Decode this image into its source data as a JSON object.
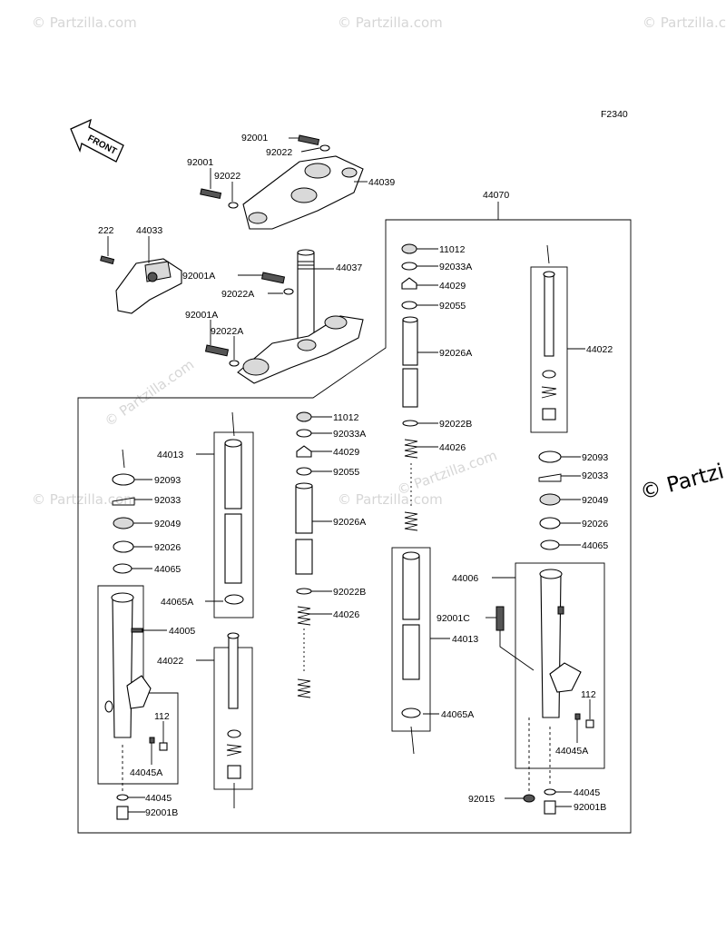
{
  "figure_code": "F2340",
  "front_label": "FRONT",
  "watermarks": [
    "© Partzilla.com",
    "© Partzilla.com",
    "© Partzilla.com",
    "© Partzilla.com",
    "© Partzilla.com",
    "© Partzilla.com",
    "© Partzilla.com",
    "© Partzi"
  ],
  "labels": {
    "l92001_top": "92001",
    "l92022_top": "92022",
    "l92001_left": "92001",
    "l92022_left": "92022",
    "l44039": "44039",
    "l222": "222",
    "l44033": "44033",
    "l92001A_1": "92001A",
    "l92022A_1": "92022A",
    "l44037": "44037",
    "l92001A_2": "92001A",
    "l92022A_2": "92022A",
    "l44070": "44070",
    "r11012": "11012",
    "r92033A": "92033A",
    "r44029": "44029",
    "r92055": "92055",
    "r92026A": "92026A",
    "r92022B": "92022B",
    "r44026": "44026",
    "r44022": "44022",
    "r92093": "92093",
    "r92033": "92033",
    "r92049": "92049",
    "r92026": "92026",
    "r44065": "44065",
    "r44006": "44006",
    "r92001C": "92001C",
    "r44013": "44013",
    "r44065A": "44065A",
    "r112": "112",
    "r44045A": "44045A",
    "r92015": "92015",
    "r44045": "44045",
    "r92001B": "92001B",
    "m11012": "11012",
    "m92033A": "92033A",
    "m44029": "44029",
    "m92055": "92055",
    "m92026A": "92026A",
    "m92022B": "92022B",
    "m44026": "44026",
    "m44013": "44013",
    "m44065A": "44065A",
    "m44022": "44022",
    "l92093": "92093",
    "l92033": "92033",
    "l92049": "92049",
    "l92026": "92026",
    "l44065": "44065",
    "l44005": "44005",
    "l112": "112",
    "l44045A": "44045A",
    "l44045": "44045",
    "l92001B": "92001B"
  }
}
